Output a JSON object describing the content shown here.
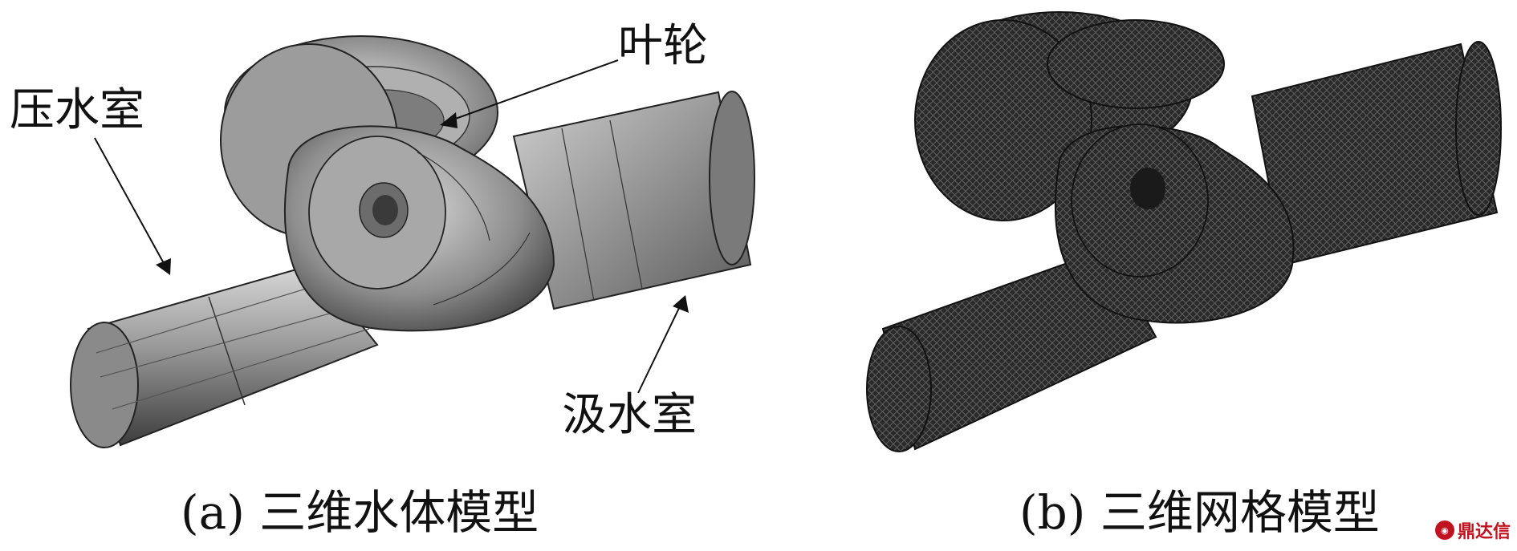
{
  "panel_a": {
    "labels": {
      "impeller": "叶轮",
      "pressure_chamber": "压水室",
      "suction_chamber": "汲水室"
    },
    "caption": "(a) 三维水体模型"
  },
  "panel_b": {
    "caption": "(b) 三维网格模型"
  },
  "watermark": {
    "text": "鼎达信",
    "icon": "brand-logo-icon"
  },
  "colors": {
    "text": "#111111",
    "solid_model_light": "#bdbdbd",
    "solid_model_dark": "#4a4a4a",
    "mesh_model": "#222222",
    "watermark": "#c1121f"
  }
}
